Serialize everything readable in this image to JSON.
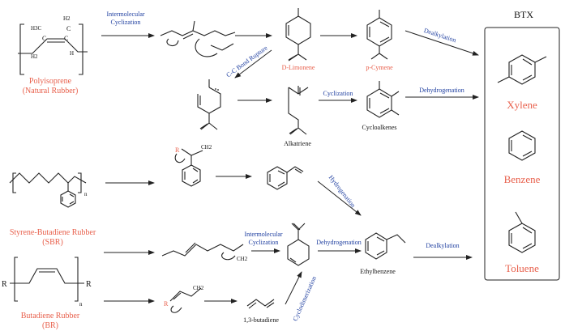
{
  "title": "BTX",
  "sources": {
    "polyisoprene": [
      "Polyisoprene",
      "(Natural Rubber)"
    ],
    "sbr": [
      "Styrene-Butadiene Rubber",
      "(SBR)"
    ],
    "br": [
      "Butadiene Rubber",
      "(BR)"
    ]
  },
  "products": {
    "xylene": "Xylene",
    "benzene": "Benzene",
    "toluene": "Toluene"
  },
  "intermediates": {
    "limonene": "D-Limonene",
    "cymene": "p-Cymene",
    "cycloalkenes": "Cycloalkenes",
    "alkatriene": "Alkatriene",
    "ethylbenzene": "Ethylbenzene",
    "butadiene": "1,3-butadiene"
  },
  "steps": {
    "intermolecular_cyclization_1": [
      "Intermolecular",
      "Cyclization"
    ],
    "dealkylation_1": "Dealkylation",
    "cc_bond_rupture": "C-C Bond Rupture",
    "cyclization": "Cyclization",
    "dehydrogenation_1": "Dehydrogenation",
    "hydrogenation": "Hydrogenation",
    "intermolecular_cyclization_2": [
      "Intermolecular",
      "Cyclization"
    ],
    "dehydrogenation_2": "Dehydrogenation",
    "dealkylation_2": "Dealkylation",
    "cyclodimerization": "Cyclodimerization"
  },
  "atoms": {
    "h3c": "H3C",
    "h2_top": "H2",
    "c1": "C",
    "c2": "C",
    "c3": "C",
    "h2_bot": "H2",
    "h": "H",
    "r": "R",
    "ch2": "CH2",
    "n": "n",
    "r_left": "R",
    "r_right": "R"
  },
  "colors": {
    "red": "#e8604c",
    "blue": "#1f3fa0",
    "black": "#111111"
  }
}
